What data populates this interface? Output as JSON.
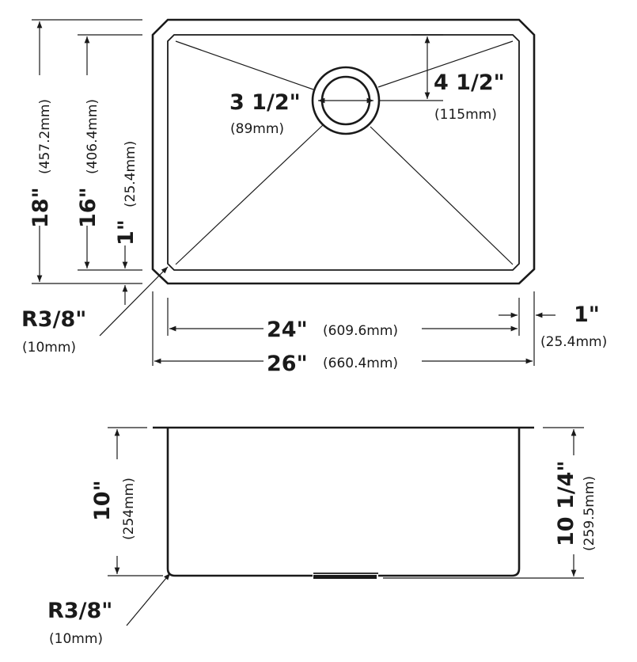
{
  "top_view": {
    "hole_diameter": {
      "imperial": "3 1/2\"",
      "metric": "(89mm)"
    },
    "hole_offset": {
      "imperial": "4 1/2\"",
      "metric": "(115mm)"
    },
    "outer_length": {
      "imperial": "18\"",
      "metric": "(457.2mm)"
    },
    "inner_length": {
      "imperial": "16\"",
      "metric": "(406.4mm)"
    },
    "rim_width_vertical": {
      "imperial": "1\"",
      "metric": "(25.4mm)"
    },
    "corner_radius": {
      "imperial": "R3/8\"",
      "metric": "(10mm)"
    },
    "inner_width": {
      "imperial": "24\"",
      "metric": "(609.6mm)"
    },
    "rim_width_horizontal": {
      "imperial": "1\"",
      "metric": "(25.4mm)"
    },
    "outer_width": {
      "imperial": "26\"",
      "metric": "(660.4mm)"
    }
  },
  "side_view": {
    "depth": {
      "imperial": "10\"",
      "metric": "(254mm)"
    },
    "overall_depth": {
      "imperial": "10 1/4\"",
      "metric": "(259.5mm)"
    },
    "corner_radius": {
      "imperial": "R3/8\"",
      "metric": "(10mm)"
    }
  }
}
